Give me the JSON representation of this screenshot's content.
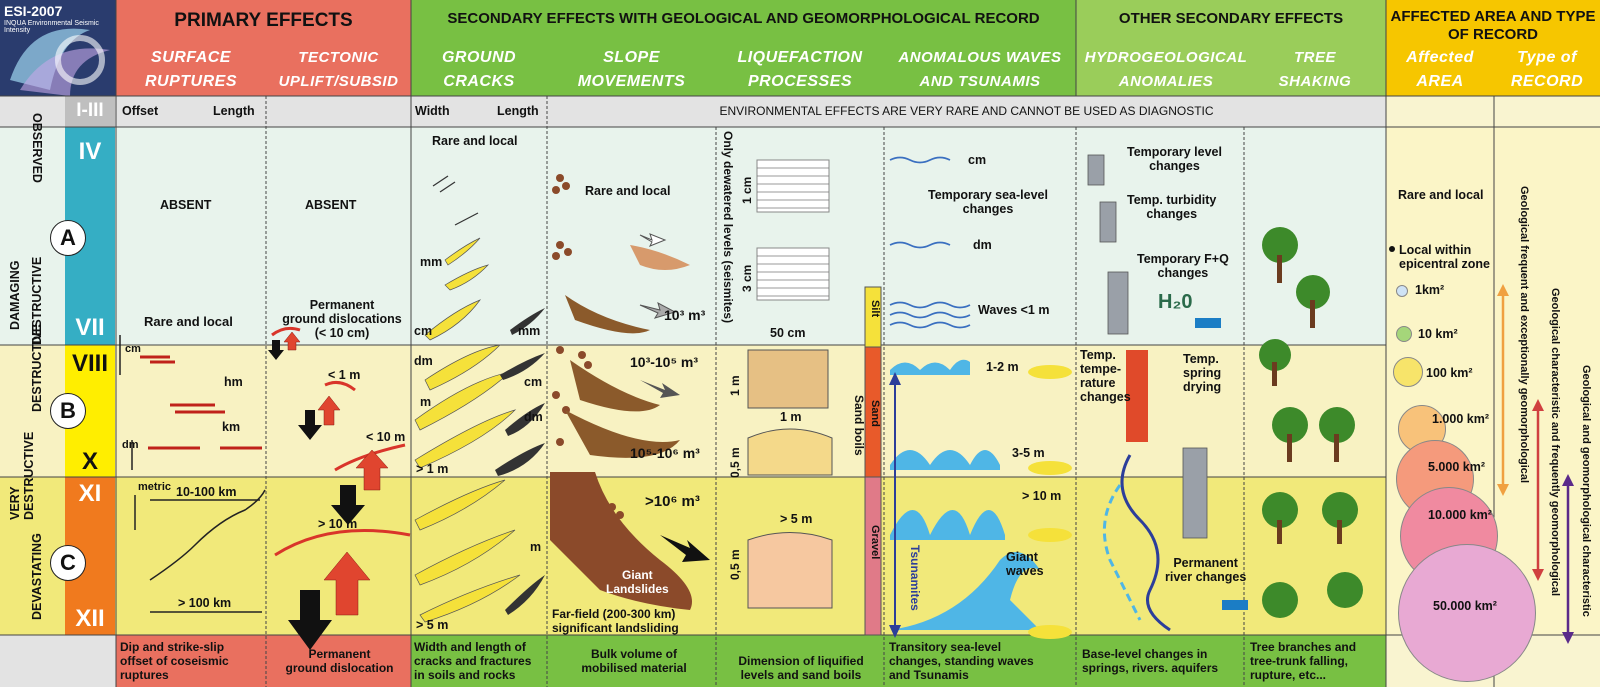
{
  "logo": {
    "title": "ESI-2007",
    "subtitle": "INQUA Environmental Seismic Intensity"
  },
  "groups": {
    "primary": "PRIMARY  EFFECTS",
    "secondary_geo": "SECONDARY EFFECTS WITH GEOLOGICAL AND GEOMORPHOLOGICAL RECORD",
    "other_secondary": "OTHER SECONDARY EFFECTS",
    "affected": "AFFECTED AREA AND TYPE OF RECORD"
  },
  "columns": {
    "surface": [
      "SURFACE",
      "RUPTURES"
    ],
    "tectonic": [
      "TECTONIC",
      "UPLIFT/SUBSID"
    ],
    "cracks": [
      "GROUND",
      "CRACKS"
    ],
    "slope": [
      "SLOPE",
      "MOVEMENTS"
    ],
    "liquef": [
      "LIQUEFACTION",
      "PROCESSES"
    ],
    "waves": [
      "ANOMALOUS WAVES",
      "AND  TSUNAMIS"
    ],
    "hydro": [
      "HYDROGEOLOGICAL",
      "ANOMALIES"
    ],
    "tree": [
      "TREE",
      "SHAKING"
    ],
    "area": [
      "Affected",
      "AREA"
    ],
    "record": [
      "Type of",
      "RECORD"
    ]
  },
  "row_header": {
    "surface_offset": "Offset",
    "surface_length": "Length",
    "cracks_width": "Width",
    "cracks_length": "Length",
    "rare_note": "ENVIRONMENTAL EFFECTS ARE  VERY RARE AND CANNOT BE USED AS DIAGNOSTIC"
  },
  "intensity": {
    "i_iii": "I-III",
    "iv": "IV",
    "vii": "VII",
    "viii": "VIII",
    "x": "X",
    "xi": "XI",
    "xii": "XII"
  },
  "levels": {
    "a": "A",
    "b": "B",
    "c": "C",
    "observed": "OBSERVED",
    "damaging": "DAMAGING",
    "destructive": "DESTRUCTIVE",
    "destructive2": "DESTRUCTIVE",
    "very_destructive": "VERY\nDESTRUCTIVE",
    "devastating": "DEVASTATING"
  },
  "cells": {
    "surface_absent": "ABSENT",
    "surface_rare": "Rare and local",
    "surface_cm": "cm",
    "surface_hm": "hm",
    "surface_km": "km",
    "surface_dm": "dm",
    "surface_metric": "metric",
    "surface_10_100": "10-100 km",
    "surface_100": "> 100 km",
    "tect_absent": "ABSENT",
    "tect_perm": "Permanent\nground dislocations\n(< 10 cm)",
    "tect_1m": "< 1 m",
    "tect_10m": "< 10 m",
    "tect_gt10": "> 10 m",
    "cracks_rare": "Rare and local",
    "cracks_mm": "mm",
    "cracks_cm": "cm",
    "cracks_mm2": "mm",
    "cracks_dm": "dm",
    "cracks_m": "m",
    "cracks_cm2": "cm",
    "cracks_dm2": "dm",
    "cracks_1m": "> 1 m",
    "cracks_m2": "m",
    "cracks_5m": "> 5 m",
    "slope_rare": "Rare and local",
    "slope_v1": "10³ m³",
    "slope_v2": "10³-10⁵ m³",
    "slope_v3": "10⁵-10⁶ m³",
    "slope_v4": ">10⁶ m³",
    "slope_giant": "Giant\nLandslides",
    "slope_far": "Far-field (200-300 km)\nsignificant landsliding",
    "liq_dewater": "Only dewatered  levels  (seismites)",
    "liq_1cm": "1 cm",
    "liq_3cm": "3 cm",
    "liq_50cm": "50 cm",
    "liq_1m": "1 m",
    "liq_1m_v": "1 m",
    "liq_05m": "0,5 m",
    "liq_5m": "> 5 m",
    "liq_05m2": "0,5 m",
    "liq_silt": "Silt",
    "liq_sand": "Sand",
    "liq_gravel": "Gravel",
    "liq_boils": "Sand boils",
    "wave_cm": "cm",
    "wave_sea": "Temporary sea-level\nchanges",
    "wave_dm": "dm",
    "wave_lt1": "Waves <1 m",
    "wave_12": "1-2 m",
    "wave_35": "3-5  m",
    "wave_10": "> 10 m",
    "wave_giant": "Giant\nwaves",
    "wave_tsunamites": "Tsunamites",
    "hyd_level": "Temporary level\nchanges",
    "hyd_turb": "Temp. turbidity\nchanges",
    "hyd_fq": "Temporary F+Q\nchanges",
    "hyd_h2o": "H₂0",
    "hyd_temp": "Temp.\ntempe-\nrature\nchanges",
    "hyd_dry": "Temp.\nspring\ndrying",
    "hyd_river": "Permanent\nriver changes",
    "area_rare": "Rare and local",
    "area_local": "Local within\nepicentral zone",
    "area_1": "1km²",
    "area_10": "10 km²",
    "area_100": "100 km²",
    "area_1000": "1.000 km²",
    "area_5000": "5.000 km²",
    "area_10000": "10.000 km²",
    "area_50000": "50.000 km²",
    "rec_1": "Geological frequent  and  exceptionally geomorphological",
    "rec_2": "Geological characteristic and frequently geomorphological",
    "rec_3": "Geological and geomorphological characteristic"
  },
  "captions": {
    "surface": "Dip and strike-slip\noffset of coseismic\nruptures",
    "tectonic": "Permanent\nground dislocation",
    "cracks": "Width and length of\ncracks and fractures\nin soils and rocks",
    "slope": "Bulk volume of\nmobilised material",
    "liquef": "Dimension of liquified\nlevels and sand boils",
    "waves": "Transitory sea-level\nchanges, standing waves\nand Tsunamis",
    "hydro": "Base-level changes in\nsprings, rivers. aquifers",
    "tree": "Tree branches and\ntree-trunk falling,\nrupture, etc..."
  },
  "colors": {
    "red_header": "#e9705f",
    "green_header": "#78c043",
    "yellow_header": "#f6c600",
    "band_a": "#e8f3ec",
    "band_b": "#f8f2c2",
    "band_c": "#f1e97a",
    "teal": "#35aec4",
    "yellow": "#ffee00",
    "orange": "#f07a1e"
  }
}
